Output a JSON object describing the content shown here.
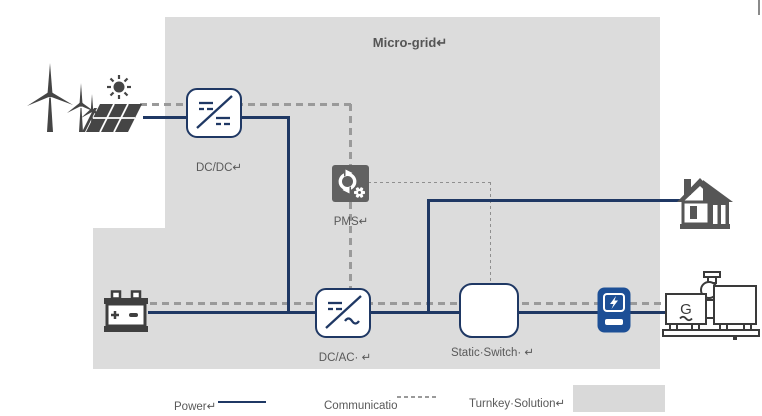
{
  "diagram": {
    "title": "Micro-grid↵",
    "labels": {
      "dcdc": "DC/DC↵",
      "pms": "PMS↵",
      "dcac": "DC/AC· ↵",
      "static_switch": "Static·Switch· ↵"
    },
    "generator_letter": "G",
    "legend": [
      {
        "label": "Power↵",
        "sample": "solid-navy-line"
      },
      {
        "label": "Communicatio",
        "sample": "dashed-gray-line"
      },
      {
        "label": "Turnkey·Solution↵",
        "sample": "gray-filled-rectangle"
      }
    ],
    "colors": {
      "power_line": "#1f3864",
      "communication_line": "#9a9a9a",
      "microgrid_region_fill": "#dcdcdc",
      "legend_swatch_fill": "#d9d9d9",
      "icon_dark_gray": "#4a4a4a",
      "pms_tile_gray": "#616161",
      "meter_blue": "#1d4f96",
      "label_text": "#595959"
    },
    "icons": [
      "wind-solar-icon",
      "battery-icon",
      "house-icon",
      "generator-icon",
      "energy-meter-icon",
      "pms-sync-gear-icon",
      "dc-dc-converter-symbol",
      "dc-ac-converter-symbol"
    ]
  }
}
